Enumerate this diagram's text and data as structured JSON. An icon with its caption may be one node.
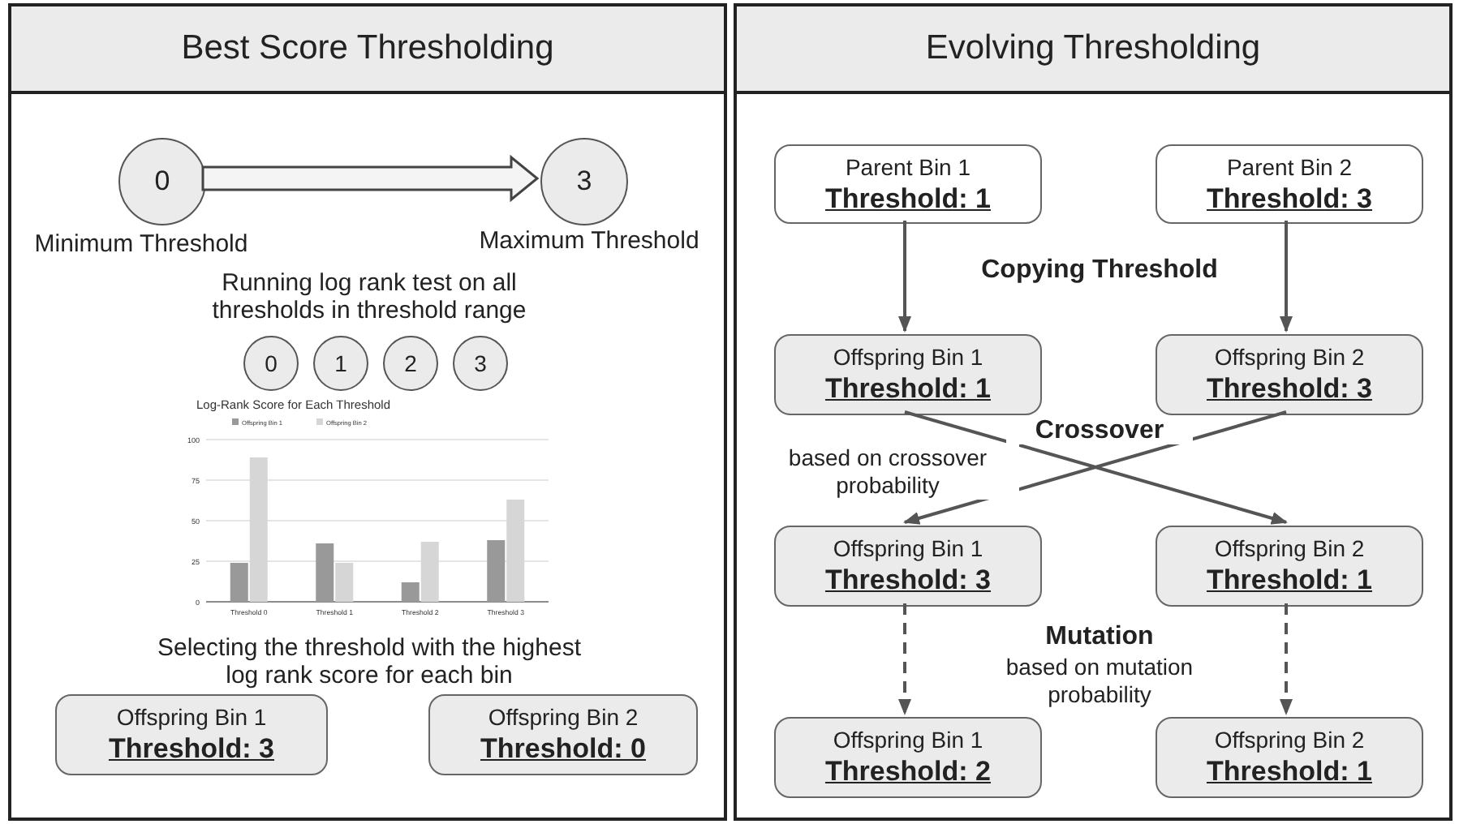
{
  "diagram": {
    "nodes": [
      {
        "text": [
          "Best Score Thresholding"
        ]
      },
      {
        "text": [
          "0"
        ],
        "in": 0,
        "beside": [
          "Minimum Threshold"
        ]
      },
      {
        "text": [
          "3"
        ],
        "in": 0,
        "beside": [
          "Maximum Threshold"
        ]
      },
      {
        "text": [
          "0"
        ],
        "in": 0
      },
      {
        "text": [
          "1"
        ],
        "in": 0
      },
      {
        "text": [
          "2"
        ],
        "in": 0
      },
      {
        "text": [
          "3"
        ],
        "in": 0
      },
      {
        "text": [
          "Offspring Bin 1",
          "Threshold: 3"
        ],
        "in": 0
      },
      {
        "text": [
          "Offspring Bin 2",
          "Threshold: 0"
        ],
        "in": 0
      },
      {
        "text": [
          "Evolving Thresholding"
        ]
      },
      {
        "text": [
          "Parent Bin 1",
          "Threshold: 1"
        ],
        "in": 9
      },
      {
        "text": [
          "Parent Bin 2",
          "Threshold: 3"
        ],
        "in": 9
      },
      {
        "text": [
          "Offspring Bin 1",
          "Threshold: 1"
        ],
        "in": 9
      },
      {
        "text": [
          "Offspring Bin 2",
          "Threshold: 3"
        ],
        "in": 9
      },
      {
        "text": [
          "Offspring Bin 1",
          "Threshold: 3"
        ],
        "in": 9
      },
      {
        "text": [
          "Offspring Bin 2",
          "Threshold: 1"
        ],
        "in": 9
      },
      {
        "text": [
          "Offspring Bin 1",
          "Threshold: 2"
        ],
        "in": 9
      },
      {
        "text": [
          "Offspring Bin 2",
          "Threshold: 1"
        ],
        "in": 9
      }
    ],
    "edges": [
      {
        "from": 1,
        "to": 2,
        "arrow": "to",
        "style": "thick"
      },
      {
        "from": 10,
        "to": 12,
        "arrow": "to"
      },
      {
        "from": 11,
        "to": 13,
        "arrow": "to"
      },
      {
        "from": 12,
        "to": 15,
        "arrow": "to"
      },
      {
        "from": 13,
        "to": 14,
        "arrow": "to"
      },
      {
        "from": 14,
        "to": 16,
        "arrow": "to",
        "style": "dashed"
      },
      {
        "from": 15,
        "to": 17,
        "arrow": "to",
        "style": "dashed"
      }
    ],
    "labels": [
      "Running log rank test on all thresholds in threshold range",
      "Selecting the threshold with the highest log rank score for each bin",
      "Copying Threshold",
      "Crossover",
      "based on crossover probability",
      "Mutation",
      "based on mutation probability"
    ],
    "chart_data": {
      "type": "bar",
      "title": "Log-Rank Score for Each Threshold",
      "categories": [
        "Threshold 0",
        "Threshold 1",
        "Threshold 2",
        "Threshold 3"
      ],
      "series": [
        {
          "name": "Offspring Bin 1",
          "color": "#999999",
          "values": [
            24,
            36,
            12,
            38
          ]
        },
        {
          "name": "Offspring Bin 2",
          "color": "#d6d6d6",
          "values": [
            89,
            24,
            37,
            63
          ]
        }
      ],
      "ylim": [
        0,
        100
      ],
      "yticks": [
        0,
        25,
        50,
        75,
        100
      ],
      "grid": true,
      "legend": "top"
    }
  }
}
